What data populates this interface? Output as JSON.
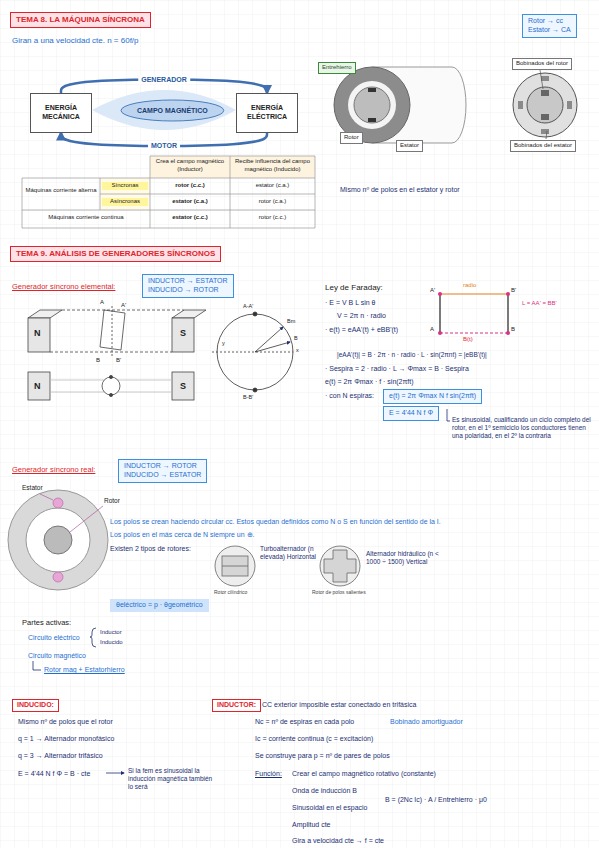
{
  "diagram": {
    "nodes": [
      {
        "text": [
          "TEMA 8. LA MÁQUINA SÍNCRONA"
        ]
      },
      {
        "text": [
          "Rotor → cc",
          "Estator → CA"
        ]
      },
      {
        "text": [
          "Entrehierro"
        ]
      },
      {
        "text": [
          "Bobinados del rotor"
        ]
      },
      {
        "text": [
          "ENERGÍA MECÁNICA"
        ]
      },
      {
        "text": [
          "CAMPO MAGNÉTICO"
        ]
      },
      {
        "text": [
          "ENERGÍA ELÉCTRICA"
        ]
      },
      {
        "text": [
          "Rotor"
        ]
      },
      {
        "text": [
          "Estator"
        ]
      },
      {
        "text": [
          "Bobinados del estator"
        ]
      },
      {
        "text": [
          "TEMA 9. ANÁLISIS DE GENERADORES SÍNCRONOS"
        ]
      },
      {
        "text": [
          "INDUCTOR → ESTATOR",
          "INDUCIDO → ROTOR"
        ]
      },
      {
        "text": [
          "e(t) = 2π Φmax N f sin(2πft)"
        ]
      },
      {
        "text": [
          "E = 4'44 N f Φ"
        ]
      },
      {
        "text": [
          "INDUCTOR → ROTOR",
          "INDUCIDO → ESTATOR"
        ]
      },
      {
        "text": [
          "θeléctrico = p · θgeométrico"
        ]
      },
      {
        "text": [
          "INDUCIDO:"
        ]
      },
      {
        "text": [
          "INDUCTOR:"
        ]
      }
    ],
    "edges": [
      {
        "from": 4,
        "to": 6,
        "label": "GENERADOR",
        "arrow": "to"
      },
      {
        "from": 6,
        "to": 4,
        "label": "MOTOR",
        "arrow": "to"
      }
    ],
    "labels": [
      "Giran a una velocidad cte. n = 60f/p",
      "Crea el campo magnético (Inductor)",
      "Recibe influencia del campo magnético (Inducido)",
      "Máquinas corriente alterna",
      "Síncronas",
      "rotor (c.c.)",
      "estator (c.a.)",
      "Asíncronas",
      "estator (c.a.)",
      "rotor (c.a.)",
      "Máquinas corriente continua",
      "estator (c.c.)",
      "rotor (c.c.)",
      "Mismo nº de polos en el estator y rotor",
      "Generador síncrono elemental:",
      "N",
      "S",
      "A",
      "A'",
      "B",
      "B'",
      "N",
      "S",
      "A-A'",
      "B-B'",
      "Bm",
      "B",
      "x",
      "y",
      "Ley de Faraday:",
      "· E = V B L sin θ",
      "V = 2π n · radio",
      "· e(t) = eAA'(t) + eBB'(t)",
      "|eAA'(t)| = B · 2π · n · radio · L · sin(2πnt) = |eBB'(t)|",
      "radio",
      "A'",
      "B'",
      "A",
      "B",
      "B(t)",
      "L = AA' = BB'",
      "· Sespira = 2 · radio · L → Φmax = B · Sespira",
      "e(t) = 2π Φmax · f · sin(2πft)",
      "· con N espiras:",
      "Es sinusoidal, cualificando un ciclo completo del rotor, en el 1º semiciclo los conductores tienen una polaridad, en el 2º la contraria",
      "Generador síncrono real:",
      "Estator",
      "Rotor",
      "Los polos se crean haciendo circular cc. Estos quedan definidos como N o S en función del sentido de la I.",
      "Los polos en el más cerca de N siempre un ⊕.",
      "Existen 2 tipos de rotores:",
      "Turboalternador (n elevada) Horizontal",
      "Alternador hidráulico (n < 1000 ÷ 1500) Vertical",
      "Rotor cilíndrico",
      "Rotor de polos salientes",
      "Partes activas:",
      "Circuito eléctrico",
      "Inductor",
      "Inducido",
      "Circuito magnético",
      "Rotor mag + Estatorhierro",
      "Mismo nº de polos que el rotor",
      "q = 1 → Alternador monofásico",
      "q = 3 → Alternador trifásico",
      "E = 4'44 N f Φ = B · cte",
      "Si la fem es sinusoidal la inducción magnética también lo será",
      "CC exterior imposible estar conectado en trifásica",
      "Nc = nº de espiras en cada polo",
      "Bobinado amortiguador",
      "Ic = corriente continua (c = excitación)",
      "Se construye para p = nº de pares de polos",
      "Función:",
      "Crear el campo magnético rotativo (constante)",
      "Onda de inducción B",
      "Sinusoidal en el espacio",
      "Amplitud cte",
      "Gira a velocidad cte → f = cte",
      "B = (2Nc Ic) · A / Entrehierro · μ0"
    ]
  }
}
